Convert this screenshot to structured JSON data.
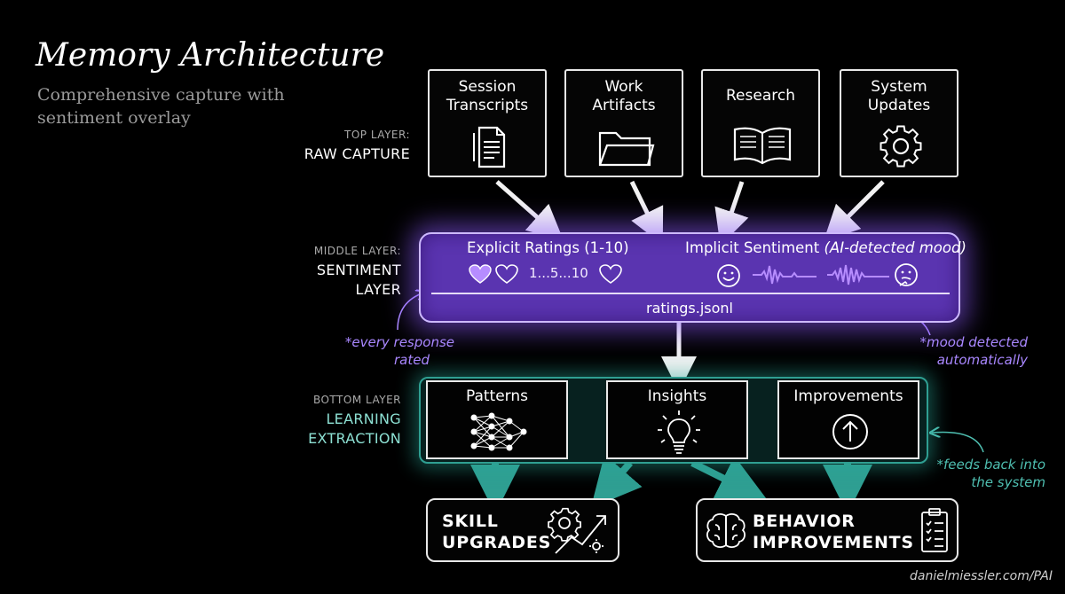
{
  "title": "Memory Architecture",
  "subtitle": "Comprehensive capture with sentiment overlay",
  "layers": {
    "top": {
      "small": "TOP LAYER:",
      "big": "RAW CAPTURE"
    },
    "middle": {
      "small": "MIDDLE LAYER:",
      "big1": "SENTIMENT",
      "big2": "LAYER"
    },
    "bottom": {
      "small": "BOTTOM LAYER",
      "big1": "LEARNING",
      "big2": "EXTRACTION"
    }
  },
  "capture_boxes": [
    {
      "line1": "Session",
      "line2": "Transcripts",
      "icon": "document-icon"
    },
    {
      "line1": "Work",
      "line2": "Artifacts",
      "icon": "folder-icon"
    },
    {
      "line1": "Research",
      "line2": "",
      "icon": "book-icon"
    },
    {
      "line1": "System",
      "line2": "Updates",
      "icon": "gear-icon"
    }
  ],
  "sentiment": {
    "explicit_heading": "Explicit Ratings (1-10)",
    "implicit_heading": "Implicit Sentiment",
    "implicit_italic": "(AI-detected mood)",
    "rating_scale": "1...5...10",
    "file": "ratings.jsonl"
  },
  "extraction_boxes": [
    {
      "label": "Patterns",
      "icon": "neural-network-icon"
    },
    {
      "label": "Insights",
      "icon": "lightbulb-icon"
    },
    {
      "label": "Improvements",
      "icon": "up-arrow-icon"
    }
  ],
  "outputs": [
    {
      "line1": "SKILL",
      "line2": "UPGRADES",
      "icon": "gear-trend-icon"
    },
    {
      "line1": "BEHAVIOR",
      "line2": "IMPROVEMENTS",
      "icon": "brain-icon",
      "icon2": "checklist-icon"
    }
  ],
  "notes": {
    "left": {
      "line1": "*every response",
      "line2": "rated"
    },
    "right": {
      "line1": "*mood detected",
      "line2": "automatically"
    },
    "feedback": {
      "line1": "*feeds back into",
      "line2": "the system"
    }
  },
  "credit": "danielmiessler.com/PAI",
  "colors": {
    "purple": "#5a34b0",
    "purple_note": "#a987ff",
    "teal": "#2f9f92",
    "teal_label": "#8de0d3"
  }
}
